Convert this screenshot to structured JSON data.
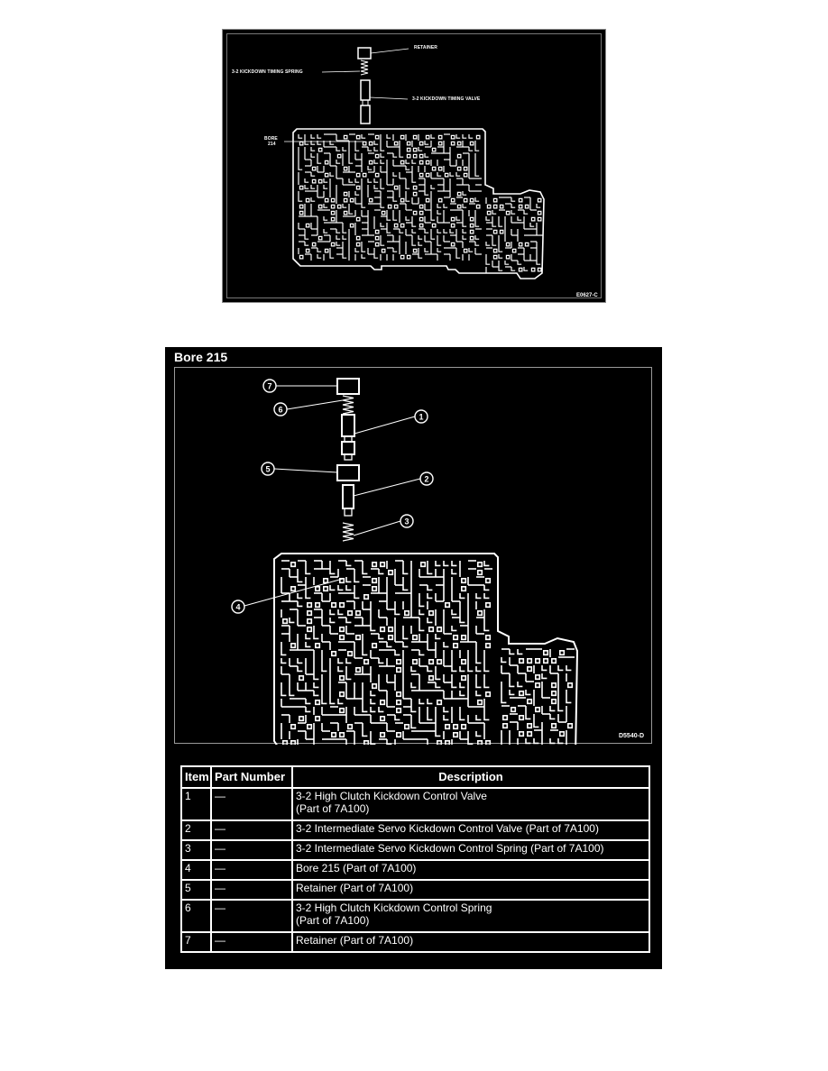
{
  "figure1": {
    "labels": {
      "retainer": "RETAINER",
      "spring": "3-2 KICKDOWN TIMING SPRING",
      "valve": "3-2 KICKDOWN TIMING VALVE",
      "bore_line1": "BORE",
      "bore_line2": "214"
    },
    "code": "E0627-C"
  },
  "figure2": {
    "title": "Bore 215",
    "callouts": [
      "1",
      "2",
      "3",
      "4",
      "5",
      "6",
      "7"
    ],
    "code": "D5540-D"
  },
  "table": {
    "headers": {
      "item": "Item",
      "part_number": "Part Number",
      "description": "Description"
    },
    "rows": [
      {
        "item": "1",
        "part_number": "—",
        "description_line1": "3-2 High Clutch Kickdown Control Valve",
        "description_line2": "(Part of 7A100)"
      },
      {
        "item": "2",
        "part_number": "—",
        "description_line1": "3-2 Intermediate Servo Kickdown Control Valve (Part of 7A100)",
        "description_line2": ""
      },
      {
        "item": "3",
        "part_number": "—",
        "description_line1": "3-2 Intermediate Servo Kickdown Control Spring (Part of 7A100)",
        "description_line2": ""
      },
      {
        "item": "4",
        "part_number": "—",
        "description_line1": "Bore 215 (Part of 7A100)",
        "description_line2": ""
      },
      {
        "item": "5",
        "part_number": "—",
        "description_line1": "Retainer (Part of 7A100)",
        "description_line2": ""
      },
      {
        "item": "6",
        "part_number": "—",
        "description_line1": "3-2 High Clutch Kickdown Control Spring",
        "description_line2": "(Part of 7A100)"
      },
      {
        "item": "7",
        "part_number": "—",
        "description_line1": "Retainer (Part of 7A100)",
        "description_line2": ""
      }
    ]
  }
}
